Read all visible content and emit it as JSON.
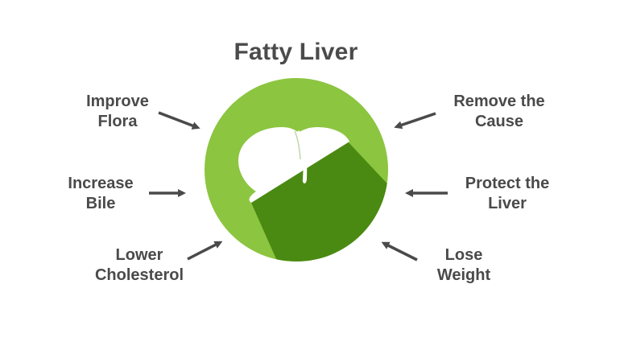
{
  "title": "Fatty Liver",
  "colors": {
    "light_green": "#8cc540",
    "dark_green": "#4a8a12",
    "liver_white": "#ffffff",
    "arrow": "#4a4a4a",
    "text": "#4a4a4a"
  },
  "center": {
    "icon": "liver-icon"
  },
  "labels": {
    "improve_flora": [
      "Improve",
      "Flora"
    ],
    "increase_bile": [
      "Increase",
      "Bile"
    ],
    "lower_cholesterol": [
      "Lower",
      "Cholesterol"
    ],
    "remove_cause": [
      "Remove the",
      "Cause"
    ],
    "protect_liver": [
      "Protect the",
      "Liver"
    ],
    "lose_weight": [
      "Lose",
      "Weight"
    ]
  }
}
